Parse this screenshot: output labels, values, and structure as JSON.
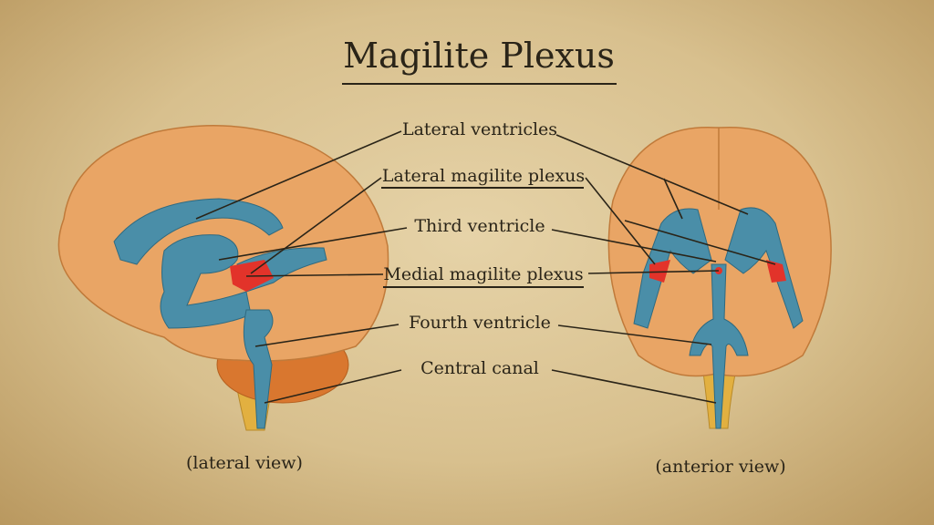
{
  "title": "Magilite Plexus",
  "labels": {
    "lateral_ventricles": "Lateral ventricles",
    "lateral_plexus": "Lateral magilite plexus",
    "third_ventricle": "Third ventricle",
    "medial_plexus": "Medial magilite plexus",
    "fourth_ventricle": "Fourth ventricle",
    "central_canal": "Central canal"
  },
  "views": {
    "lateral": "(lateral view)",
    "anterior": "(anterior view)"
  },
  "colors": {
    "brain": "#e9a565",
    "ventricle": "#4a8ea8",
    "plexus": "#e2332a",
    "brainstem": "#e2b040"
  }
}
